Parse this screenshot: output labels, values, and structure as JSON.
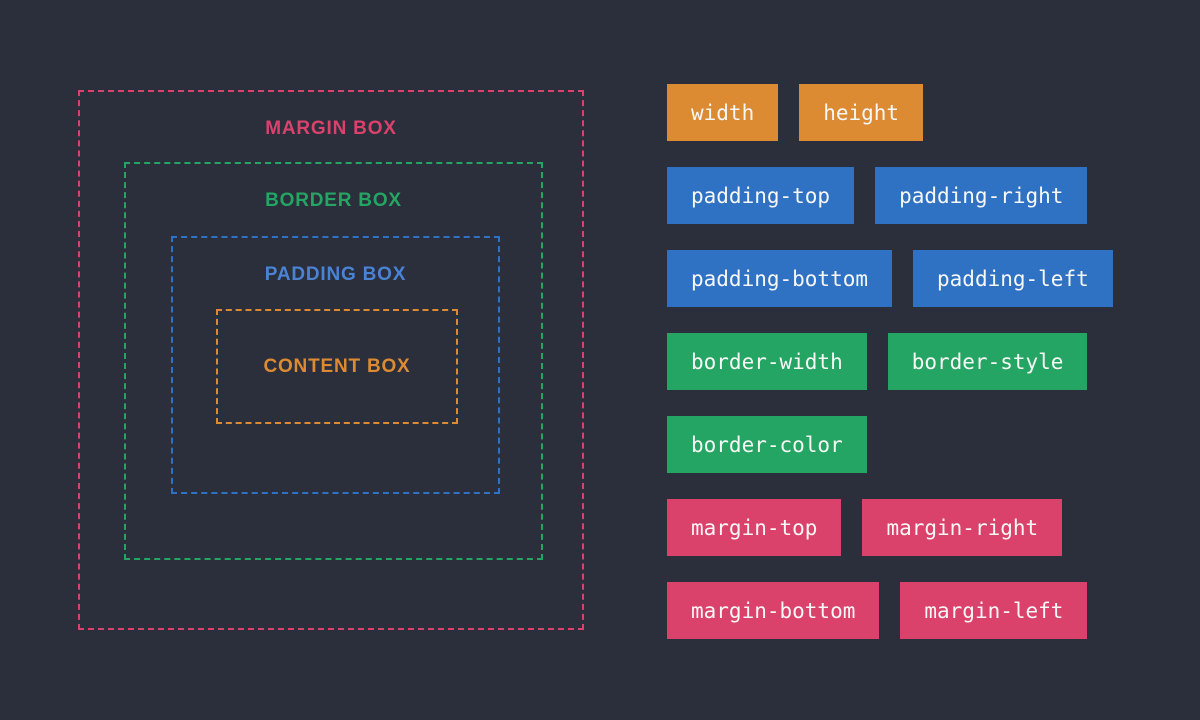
{
  "colors": {
    "background": "#2b2f3b",
    "margin_pink": "#da426c",
    "border_green": "#24a564",
    "padding_blue": "#2f72c4",
    "content_orange": "#dd8b33",
    "chip_text": "#f7f7f5"
  },
  "box_model": {
    "margin": {
      "label": "MARGIN BOX"
    },
    "border": {
      "label": "BORDER BOX"
    },
    "padding": {
      "label": "PADDING BOX"
    },
    "content": {
      "label": "CONTENT BOX"
    }
  },
  "chips": [
    {
      "label": "width",
      "group": "size"
    },
    {
      "label": "height",
      "group": "size"
    },
    {
      "label": "padding-top",
      "group": "padding"
    },
    {
      "label": "padding-right",
      "group": "padding"
    },
    {
      "label": "padding-bottom",
      "group": "padding"
    },
    {
      "label": "padding-left",
      "group": "padding"
    },
    {
      "label": "border-width",
      "group": "border"
    },
    {
      "label": "border-style",
      "group": "border"
    },
    {
      "label": "border-color",
      "group": "border"
    },
    {
      "label": "margin-top",
      "group": "margin"
    },
    {
      "label": "margin-right",
      "group": "margin"
    },
    {
      "label": "margin-bottom",
      "group": "margin"
    },
    {
      "label": "margin-left",
      "group": "margin"
    }
  ]
}
